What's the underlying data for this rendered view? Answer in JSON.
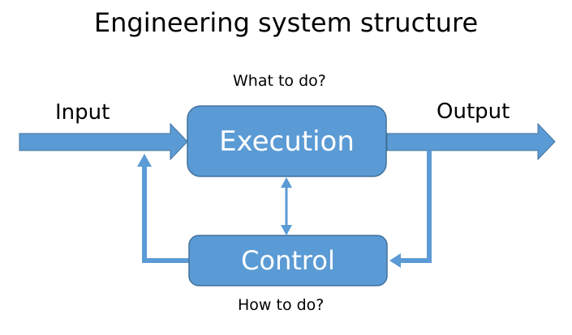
{
  "title": "Engineering system structure",
  "labels": {
    "input": "Input",
    "output": "Output",
    "what": "What to do?",
    "how": "How to do?"
  },
  "nodes": {
    "execution": "Execution",
    "control": "Control"
  },
  "colors": {
    "fill": "#5b9bd5",
    "stroke": "#41719c"
  }
}
